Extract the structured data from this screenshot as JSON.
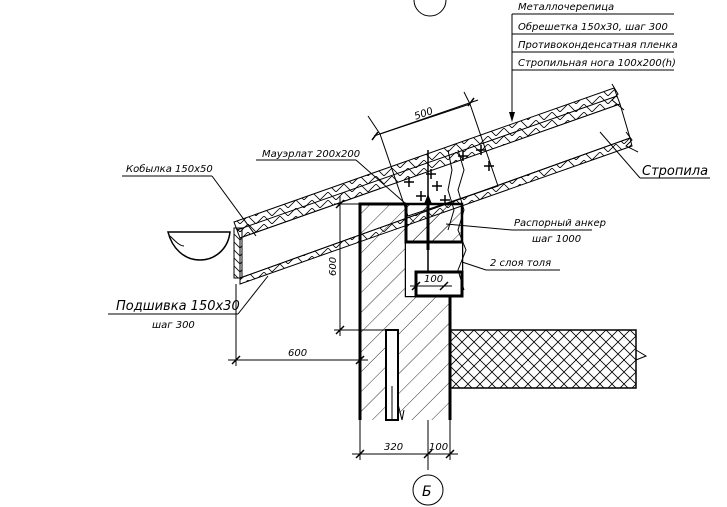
{
  "callout_stack": [
    "Металлочерепица",
    "Обрешетка 150х30, шаг 300",
    "Противоконденсатная пленка",
    "Стропильная нога 100х200(h)"
  ],
  "labels": {
    "rafters": "Стропила",
    "kobylka": "Кобылка 150х50",
    "mauerlat": "Мауэрлат 200х200",
    "anchor_line1": "Распорный анкер",
    "anchor_line2": "шаг 1000",
    "tolya": "2 слоя толя",
    "podshivka_line1": "Подшивка 150х30",
    "podshivka_line2": "шаг 300"
  },
  "dimensions": {
    "d500": "500",
    "d600_vertical": "600",
    "d100_inner": "100",
    "d600_horizontal": "600",
    "d320": "320",
    "d100_bottom": "100"
  },
  "section_marker": "Б"
}
